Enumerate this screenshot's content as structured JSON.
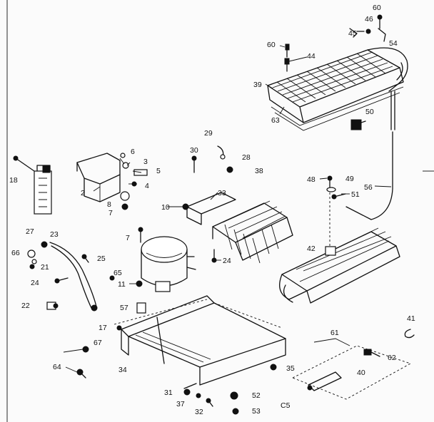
{
  "callouts": [
    {
      "key": "c60a",
      "text": "60"
    },
    {
      "key": "c46",
      "text": "46"
    },
    {
      "key": "c45",
      "text": "45"
    },
    {
      "key": "c54",
      "text": "54"
    },
    {
      "key": "c60b",
      "text": "60"
    },
    {
      "key": "c44",
      "text": "44"
    },
    {
      "key": "c39",
      "text": "39"
    },
    {
      "key": "c63",
      "text": "63"
    },
    {
      "key": "c50",
      "text": "50"
    },
    {
      "key": "c6",
      "text": "6"
    },
    {
      "key": "c3",
      "text": "3"
    },
    {
      "key": "c5",
      "text": "5"
    },
    {
      "key": "c4",
      "text": "4"
    },
    {
      "key": "c2",
      "text": "2"
    },
    {
      "key": "c8",
      "text": "8"
    },
    {
      "key": "c7a",
      "text": "7"
    },
    {
      "key": "c18",
      "text": "18"
    },
    {
      "key": "c27",
      "text": "27"
    },
    {
      "key": "c29",
      "text": "29"
    },
    {
      "key": "c30",
      "text": "30"
    },
    {
      "key": "c28",
      "text": "28"
    },
    {
      "key": "c38",
      "text": "38"
    },
    {
      "key": "c33",
      "text": "33"
    },
    {
      "key": "c10",
      "text": "10"
    },
    {
      "key": "c48",
      "text": "48"
    },
    {
      "key": "c49",
      "text": "49"
    },
    {
      "key": "c51",
      "text": "51"
    },
    {
      "key": "c56",
      "text": "56"
    },
    {
      "key": "c23",
      "text": "23"
    },
    {
      "key": "c66",
      "text": "66"
    },
    {
      "key": "c25",
      "text": "25"
    },
    {
      "key": "c21",
      "text": "21"
    },
    {
      "key": "c7b",
      "text": "7"
    },
    {
      "key": "c24a",
      "text": "24"
    },
    {
      "key": "c65",
      "text": "65"
    },
    {
      "key": "c24b",
      "text": "24"
    },
    {
      "key": "c42",
      "text": "42"
    },
    {
      "key": "c11",
      "text": "11"
    },
    {
      "key": "c22",
      "text": "22"
    },
    {
      "key": "c57",
      "text": "57"
    },
    {
      "key": "c17",
      "text": "17"
    },
    {
      "key": "c67",
      "text": "67"
    },
    {
      "key": "c41",
      "text": "41"
    },
    {
      "key": "c61",
      "text": "61"
    },
    {
      "key": "c62",
      "text": "62"
    },
    {
      "key": "c64",
      "text": "64"
    },
    {
      "key": "c34",
      "text": "34"
    },
    {
      "key": "c35",
      "text": "35"
    },
    {
      "key": "c40",
      "text": "40"
    },
    {
      "key": "c31",
      "text": "31"
    },
    {
      "key": "c37",
      "text": "37"
    },
    {
      "key": "c52",
      "text": "52"
    },
    {
      "key": "c32",
      "text": "32"
    },
    {
      "key": "c53",
      "text": "53"
    },
    {
      "key": "cC5",
      "text": "C5"
    }
  ]
}
